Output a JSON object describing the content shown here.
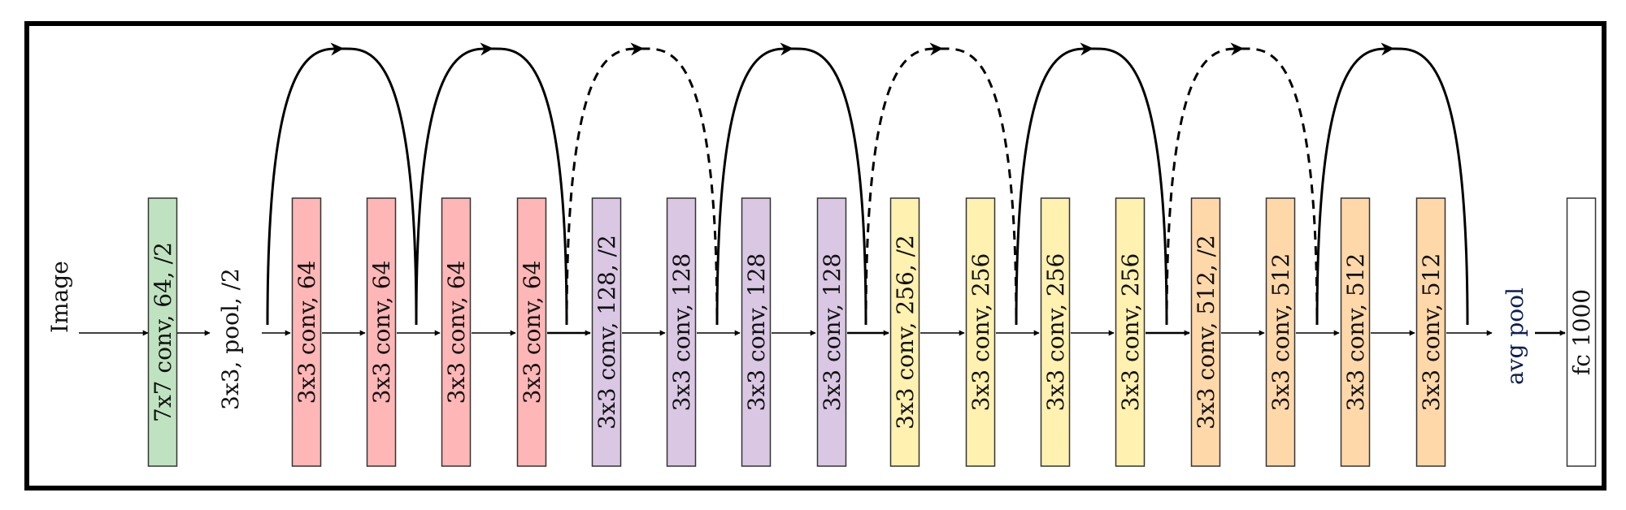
{
  "input_label": "Image",
  "pool1_label": "3x3, pool, /2",
  "avgpool_label": "avg pool",
  "colors": {
    "green": "#bfe3c0",
    "pink": "#ffb6b6",
    "purple": "#d9c7e3",
    "yellow": "#fff1b0",
    "orange": "#ffd8aa",
    "white": "#ffffff"
  },
  "layers": [
    {
      "label": "7x7 conv, 64, /2",
      "color": "green"
    },
    {
      "label": "3x3 conv, 64",
      "color": "pink"
    },
    {
      "label": "3x3 conv, 64",
      "color": "pink"
    },
    {
      "label": "3x3 conv, 64",
      "color": "pink"
    },
    {
      "label": "3x3 conv, 64",
      "color": "pink"
    },
    {
      "label": "3x3 conv, 128, /2",
      "color": "purple"
    },
    {
      "label": "3x3 conv, 128",
      "color": "purple"
    },
    {
      "label": "3x3 conv, 128",
      "color": "purple"
    },
    {
      "label": "3x3 conv, 128",
      "color": "purple"
    },
    {
      "label": "3x3 conv, 256, /2",
      "color": "yellow"
    },
    {
      "label": "3x3 conv, 256",
      "color": "yellow"
    },
    {
      "label": "3x3 conv, 256",
      "color": "yellow"
    },
    {
      "label": "3x3 conv, 256",
      "color": "yellow"
    },
    {
      "label": "3x3 conv, 512, /2",
      "color": "orange"
    },
    {
      "label": "3x3 conv, 512",
      "color": "orange"
    },
    {
      "label": "3x3 conv, 512",
      "color": "orange"
    },
    {
      "label": "3x3 conv, 512",
      "color": "orange"
    },
    {
      "label": "fc 1000",
      "color": "white"
    }
  ],
  "skip_connections": [
    {
      "style": "solid"
    },
    {
      "style": "solid"
    },
    {
      "style": "dashed"
    },
    {
      "style": "solid"
    },
    {
      "style": "dashed"
    },
    {
      "style": "solid"
    },
    {
      "style": "dashed"
    },
    {
      "style": "solid"
    }
  ]
}
